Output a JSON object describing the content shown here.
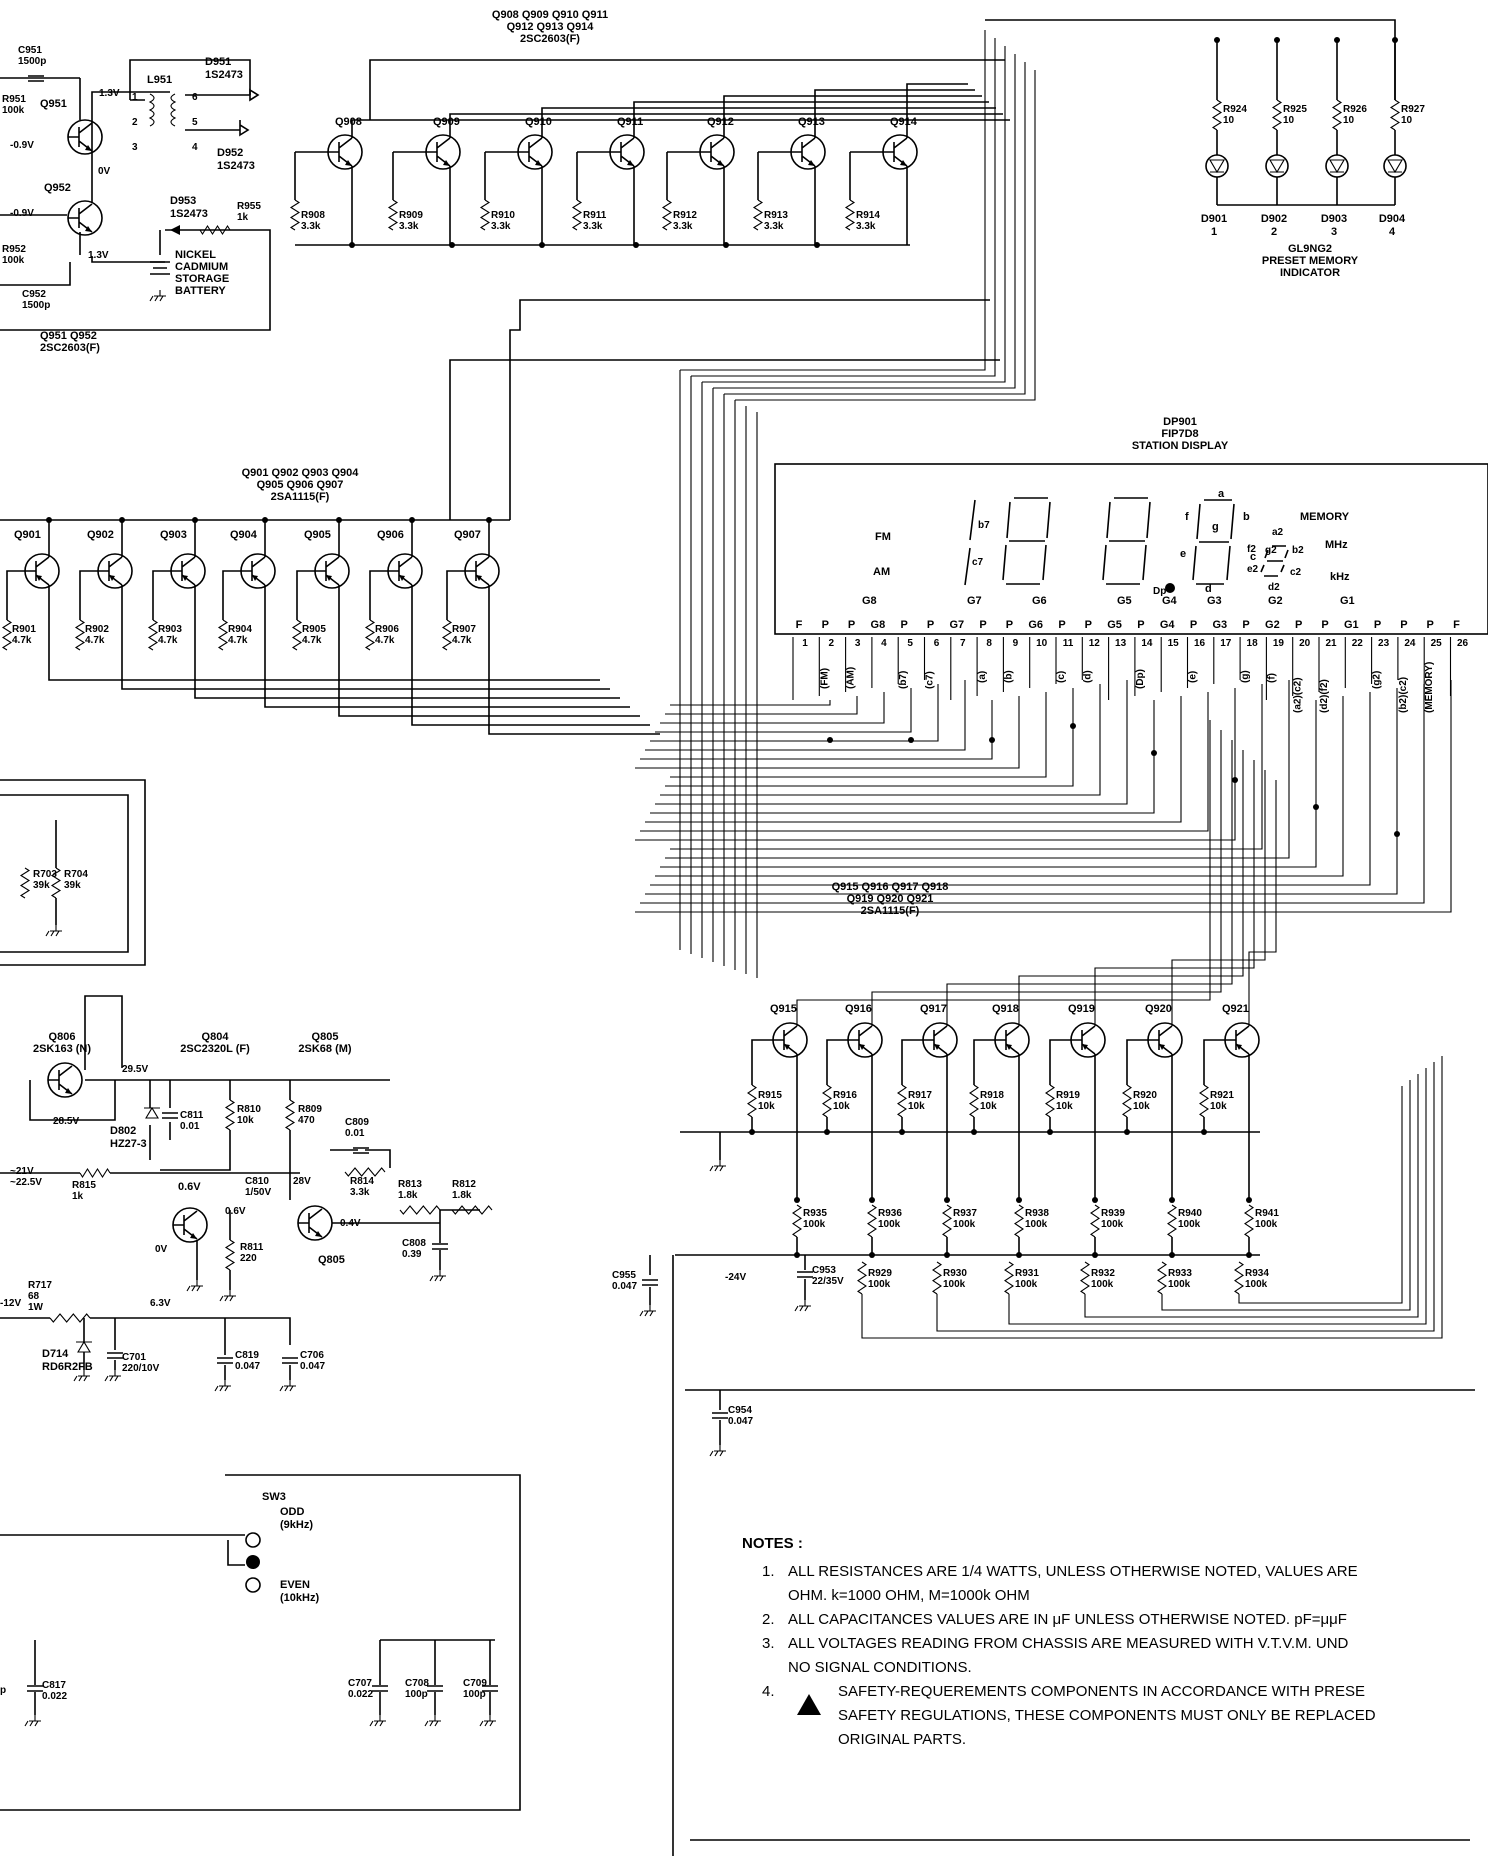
{
  "group_labels": {
    "q908_group": [
      "Q908 Q909 Q910 Q911",
      "Q912 Q913 Q914",
      "2SC2603(F)"
    ],
    "q901_group": [
      "Q901 Q902 Q903 Q904",
      "Q905 Q906 Q907",
      "2SA1115(F)"
    ],
    "q915_group": [
      "Q915 Q916 Q917 Q918",
      "Q919 Q920 Q921",
      "2SA1115(F)"
    ],
    "q951_group": [
      "Q951 Q952",
      "2SC2603(F)"
    ],
    "dp901": [
      "DP901",
      "FIP7D8",
      "STATION DISPLAY"
    ],
    "led_indicator": [
      "GL9NG2",
      "PRESET MEMORY",
      "INDICATOR"
    ],
    "battery": [
      "NICKEL",
      "CADMIUM",
      "STORAGE",
      "BATTERY"
    ],
    "q806": [
      "Q806",
      "2SK163 (N)"
    ],
    "q804": [
      "Q804",
      "2SC2320L (F)"
    ],
    "q805": [
      "Q805",
      "2SK68 (M)"
    ]
  },
  "transistors_top": [
    {
      "ref": "Q908",
      "res": "R908",
      "val": "3.3k"
    },
    {
      "ref": "Q909",
      "res": "R909",
      "val": "3.3k"
    },
    {
      "ref": "Q910",
      "res": "R910",
      "val": "3.3k"
    },
    {
      "ref": "Q911",
      "res": "R911",
      "val": "3.3k"
    },
    {
      "ref": "Q912",
      "res": "R912",
      "val": "3.3k"
    },
    {
      "ref": "Q913",
      "res": "R913",
      "val": "3.3k"
    },
    {
      "ref": "Q914",
      "res": "R914",
      "val": "3.3k"
    }
  ],
  "transistors_mid": [
    {
      "ref": "Q901",
      "res": "R901",
      "val": "4.7k"
    },
    {
      "ref": "Q902",
      "res": "R902",
      "val": "4.7k"
    },
    {
      "ref": "Q903",
      "res": "R903",
      "val": "4.7k"
    },
    {
      "ref": "Q904",
      "res": "R904",
      "val": "4.7k"
    },
    {
      "ref": "Q905",
      "res": "R905",
      "val": "4.7k"
    },
    {
      "ref": "Q906",
      "res": "R906",
      "val": "4.7k"
    },
    {
      "ref": "Q907",
      "res": "R907",
      "val": "4.7k"
    }
  ],
  "transistors_low": [
    {
      "ref": "Q915",
      "res": "R915",
      "val": "10k",
      "r1": "R935",
      "r2": null
    },
    {
      "ref": "Q916",
      "res": "R916",
      "val": "10k",
      "r1": "R936",
      "r2": "R929"
    },
    {
      "ref": "Q917",
      "res": "R917",
      "val": "10k",
      "r1": "R937",
      "r2": "R930"
    },
    {
      "ref": "Q918",
      "res": "R918",
      "val": "10k",
      "r1": "R938",
      "r2": "R931"
    },
    {
      "ref": "Q919",
      "res": "R919",
      "val": "10k",
      "r1": "R939",
      "r2": "R932"
    },
    {
      "ref": "Q920",
      "res": "R920",
      "val": "10k",
      "r1": "R940",
      "r2": "R933"
    },
    {
      "ref": "Q921",
      "res": "R921",
      "val": "10k",
      "r1": "R941",
      "r2": "R934"
    }
  ],
  "low_res_value": "100k",
  "leds": [
    {
      "res": "R924",
      "val": "10",
      "diode": "D901",
      "num": "1"
    },
    {
      "res": "R925",
      "val": "10",
      "diode": "D902",
      "num": "2"
    },
    {
      "res": "R926",
      "val": "10",
      "diode": "D903",
      "num": "3"
    },
    {
      "res": "R927",
      "val": "10",
      "diode": "D904",
      "num": "4"
    }
  ],
  "display": {
    "fm": "FM",
    "am": "AM",
    "memory": "MEMORY",
    "mhz": "MHz",
    "khz": "kHz",
    "grids": [
      "G8",
      "G7",
      "G6",
      "G5",
      "G4",
      "G3",
      "G2",
      "G1"
    ],
    "seg_labels": [
      "a",
      "b",
      "c",
      "d",
      "e",
      "f",
      "g",
      "b7",
      "c7",
      "Dp",
      "a2",
      "b2",
      "c2",
      "d2",
      "e2",
      "f2",
      "g2"
    ],
    "pin_row_top": [
      "F",
      "P",
      "P",
      "G8",
      "P",
      "P",
      "G7",
      "P",
      "P",
      "G6",
      "P",
      "P",
      "G5",
      "P",
      "G4",
      "P",
      "G3",
      "P",
      "G2",
      "P",
      "P",
      "G1",
      "P",
      "P",
      "P",
      "F"
    ],
    "pins": [
      "1",
      "2",
      "3",
      "4",
      "5",
      "6",
      "7",
      "8",
      "9",
      "10",
      "11",
      "12",
      "13",
      "14",
      "15",
      "16",
      "17",
      "18",
      "19",
      "20",
      "21",
      "22",
      "23",
      "24",
      "25",
      "26"
    ],
    "pin_signals": [
      "",
      "(FM)",
      "(AM)",
      "",
      "(b7)",
      "(c7)",
      "",
      "(a)",
      "(b)",
      "",
      "(c)",
      "(d)",
      "",
      "(Dp)",
      "",
      "(e)",
      "",
      "(g)",
      "(f)",
      "(a2)(c2)",
      "(d2)(f2)",
      "",
      "(g2)",
      "(b2)(c2)",
      "(MEMORY)",
      ""
    ]
  },
  "left_circuit": {
    "c951": [
      "C951",
      "1500p"
    ],
    "r951": [
      "R951",
      "100k"
    ],
    "q951": "Q951",
    "q952": "Q952",
    "r952": [
      "R952",
      "100k"
    ],
    "c952": [
      "C952",
      "1500p"
    ],
    "l951": "L951",
    "d951": [
      "D951",
      "1S2473"
    ],
    "d952": [
      "D952",
      "1S2473"
    ],
    "d953": [
      "D953",
      "1S2473"
    ],
    "r955": [
      "R955",
      "1k"
    ],
    "volts": [
      "1.3V",
      "-0.9V",
      "0V",
      "-0.9V",
      "1.3V"
    ],
    "pins": [
      "1",
      "2",
      "3",
      "4",
      "5",
      "6"
    ]
  },
  "analog": {
    "r703": [
      "R703",
      "39k"
    ],
    "r704": [
      "R704",
      "39k"
    ],
    "q806_volts": [
      "29.5V",
      "28.5V"
    ],
    "d802": [
      "D802",
      "HZ27-3"
    ],
    "c811": [
      "C811",
      "0.01"
    ],
    "r810": [
      "R810",
      "10k"
    ],
    "r809": [
      "R809",
      "470"
    ],
    "c809": [
      "C809",
      "0.01"
    ],
    "c810": [
      "C810",
      "1/50V"
    ],
    "r814": [
      "R814",
      "3.3k"
    ],
    "r813": [
      "R813",
      "1.8k"
    ],
    "r812": [
      "R812",
      "1.8k"
    ],
    "r815": [
      "R815",
      "1k"
    ],
    "v_in": [
      "~21V",
      "~22.5V"
    ],
    "q804_volts": [
      "0.6V",
      "0V"
    ],
    "q805_volts": [
      "28V",
      "0.4V"
    ],
    "r811": [
      "R811",
      "220"
    ],
    "c808": [
      "C808",
      "0.39"
    ],
    "r717": [
      "R717",
      "68",
      "1W"
    ],
    "v12": "-12V",
    "v63": "6.3V",
    "d714": [
      "D714",
      "RD6R2FB"
    ],
    "c701": [
      "C701",
      "220/10V"
    ],
    "c819": [
      "C819",
      "0.047"
    ],
    "c706": [
      "C706",
      "0.047"
    ],
    "c955": [
      "C955",
      "0.047"
    ],
    "c953": [
      "C953",
      "22/35V"
    ],
    "v24": "-24V",
    "c954": [
      "C954",
      "0.047"
    ],
    "sw3": [
      "SW3",
      "ODD",
      "(9kHz)",
      "EVEN",
      "(10kHz)"
    ],
    "c817": [
      "C817",
      "0.022"
    ],
    "c707": [
      "C707",
      "0.022"
    ],
    "c708": [
      "C708",
      "100p"
    ],
    "c709": [
      "C709",
      "100p"
    ],
    "p_mark": "p"
  },
  "notes": {
    "heading": "NOTES :",
    "items": [
      {
        "num": "1.",
        "lines": [
          "ALL RESISTANCES ARE 1/4 WATTS, UNLESS OTHERWISE NOTED, VALUES ARE",
          "OHM.   k=1000 OHM, M=1000k OHM"
        ]
      },
      {
        "num": "2.",
        "lines": [
          "ALL CAPACITANCES VALUES ARE IN μF UNLESS OTHERWISE NOTED.   pF=μμF"
        ]
      },
      {
        "num": "3.",
        "lines": [
          "ALL VOLTAGES READING FROM CHASSIS ARE MEASURED WITH V.T.V.M. UND",
          "NO SIGNAL CONDITIONS."
        ]
      },
      {
        "num": "4.",
        "lines": [
          "SAFETY-REQUEREMENTS COMPONENTS IN ACCORDANCE WITH PRESE",
          "SAFETY REGULATIONS, THESE COMPONENTS MUST ONLY BE REPLACED",
          "ORIGINAL PARTS."
        ]
      }
    ]
  }
}
